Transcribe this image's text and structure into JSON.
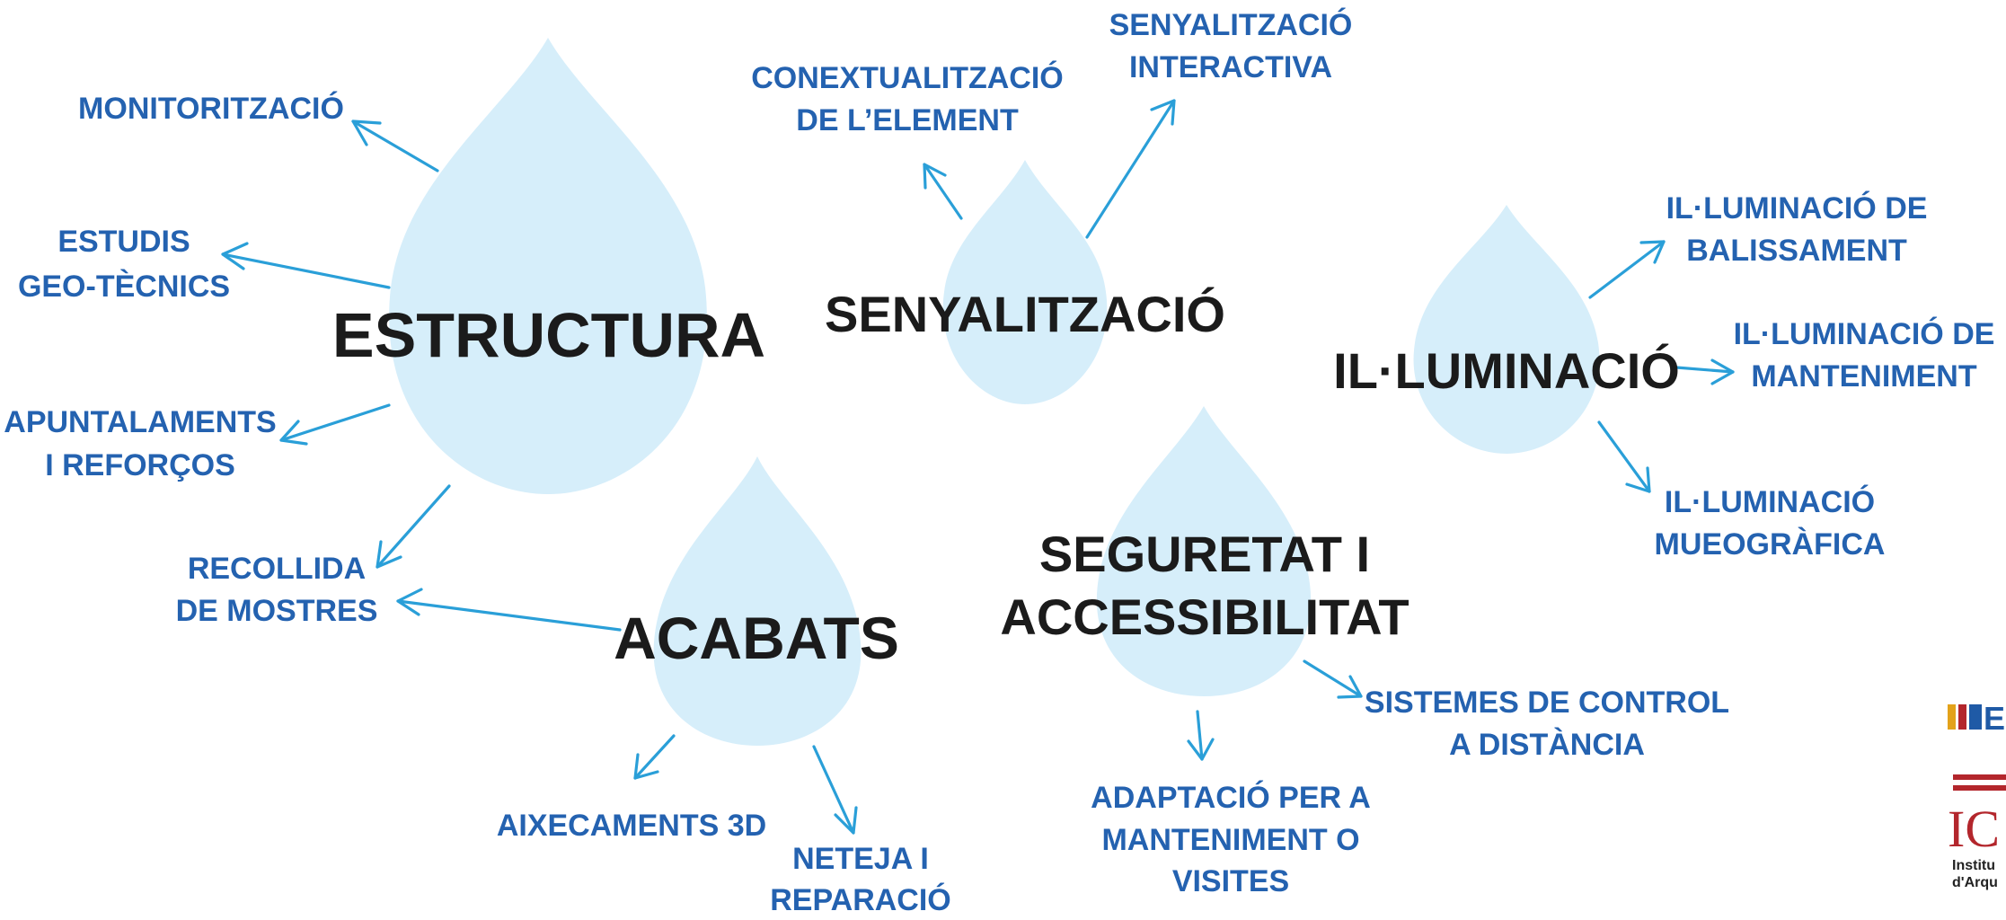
{
  "colors": {
    "drop": "#d6eefa",
    "arrow": "#2a9fd8",
    "label": "#2462b0",
    "category": "#1b1b1b",
    "logo_red": "#b3262c",
    "logo_blue": "#1f5aa6"
  },
  "categories": {
    "estructura": "ESTRUCTURA",
    "senyalitzacio": "SENYALITZACIÓ",
    "illuminacio": "IL·LUMINACIÓ",
    "acabats": "ACABATS",
    "seguretat": [
      "SEGURETAT I",
      "ACCESSIBILITAT"
    ]
  },
  "labels": {
    "monitoritzacio": [
      "MONITORITZACIÓ"
    ],
    "estudis": [
      "ESTUDIS",
      "GEO-TÈCNICS"
    ],
    "apuntalaments": [
      "APUNTALAMENTS",
      "I REFORÇOS"
    ],
    "recollida": [
      "RECOLLIDA",
      "DE MOSTRES"
    ],
    "contextualitzacio": [
      "CONEXTUALITZACIÓ",
      "DE L’ELEMENT"
    ],
    "senyal_interactiva": [
      "SENYALITZACIÓ",
      "INTERACTIVA"
    ],
    "ilum_balissament": [
      "IL·LUMINACIÓ DE",
      "BALISSAMENT"
    ],
    "ilum_manteniment": [
      "IL·LUMINACIÓ DE",
      "MANTENIMENT"
    ],
    "ilum_museografica": [
      "IL·LUMINACIÓ",
      "MUEOGRÀFICA"
    ],
    "aixecaments": [
      "AIXECAMENTS 3D"
    ],
    "neteja": [
      "NETEJA I",
      "REPARACIÓ"
    ],
    "adaptacio": [
      "ADAPTACIÓ PER A",
      "MANTENIMENT O",
      "VISITES"
    ],
    "sistemes": [
      "SISTEMES DE CONTROL",
      "A DISTÀNCIA"
    ]
  },
  "logos": {
    "top_partial": "E",
    "bottom_partial": "IC",
    "bottom_caption": [
      "Institu",
      "d'Arqu"
    ]
  }
}
